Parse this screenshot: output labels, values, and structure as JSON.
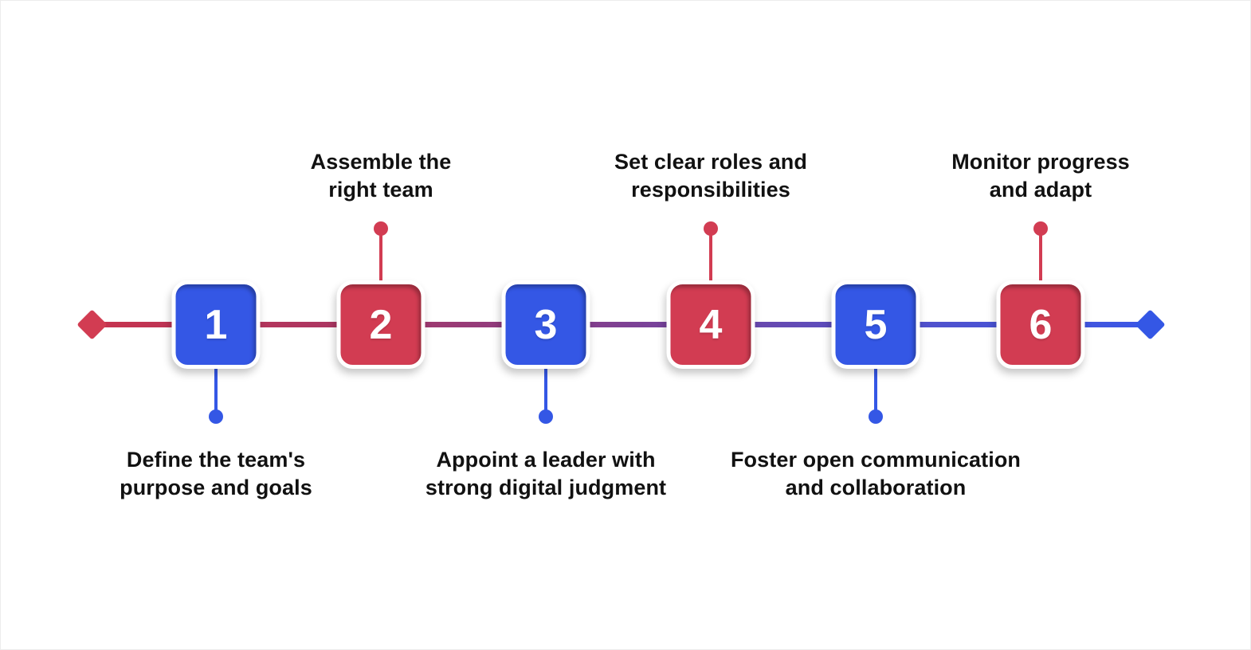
{
  "page": {
    "background": "#ffffff",
    "border_color": "#ececec"
  },
  "timeline": {
    "type": "horizontal-process-timeline",
    "line_gradient": [
      "#c7334e",
      "#7e4093",
      "#3b57e6"
    ],
    "left_endpoint": {
      "shape": "diamond",
      "color": "#d23c52"
    },
    "right_endpoint": {
      "shape": "diamond",
      "color": "#3457e5"
    },
    "colors": {
      "blue": "#3457e5",
      "red": "#d23c52",
      "label_text": "#111111"
    },
    "steps": [
      {
        "number": "1",
        "color_name": "blue",
        "color": "#3457e5",
        "label_position": "below",
        "label": "Define the team's\npurpose and goals"
      },
      {
        "number": "2",
        "color_name": "red",
        "color": "#d23c52",
        "label_position": "above",
        "label": "Assemble the\nright team"
      },
      {
        "number": "3",
        "color_name": "blue",
        "color": "#3457e5",
        "label_position": "below",
        "label": "Appoint a leader with\nstrong digital judgment"
      },
      {
        "number": "4",
        "color_name": "red",
        "color": "#d23c52",
        "label_position": "above",
        "label": "Set clear roles and\nresponsibilities"
      },
      {
        "number": "5",
        "color_name": "blue",
        "color": "#3457e5",
        "label_position": "below",
        "label": "Foster open communication\nand collaboration"
      },
      {
        "number": "6",
        "color_name": "red",
        "color": "#d23c52",
        "label_position": "above",
        "label": "Monitor progress\nand adapt"
      }
    ]
  }
}
